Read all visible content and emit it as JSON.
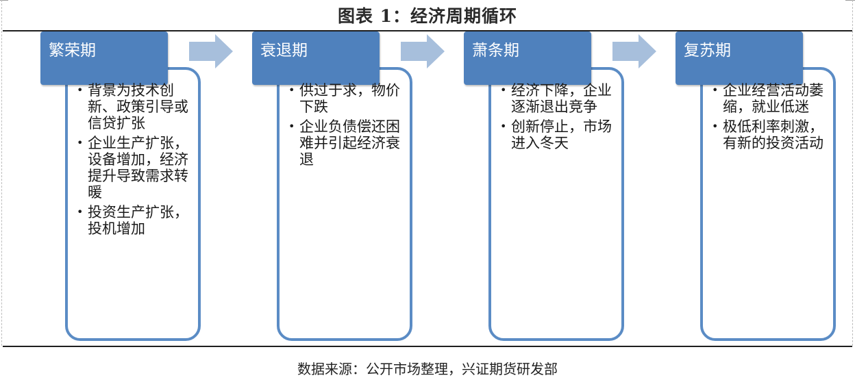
{
  "title": "图表 1：经济周期循环",
  "phases": [
    {
      "label": "繁荣期",
      "bullets": [
        "背景为技术创新、政策引导或信贷扩张",
        "企业生产扩张，设备增加，经济提升导致需求转暖",
        "投资生产扩张，投机增加"
      ]
    },
    {
      "label": "衰退期",
      "bullets": [
        "供过于求，物价下跌",
        "企业负债偿还困难并引起经济衰退"
      ]
    },
    {
      "label": "萧条期",
      "bullets": [
        "经济下降，企业逐渐退出竞争",
        "创新停止，市场进入冬天"
      ]
    },
    {
      "label": "复苏期",
      "bullets": [
        "企业经营活动萎缩，就业低迷",
        "极低利率刺激，有新的投资活动"
      ]
    }
  ],
  "bullet_symbol": "•",
  "source": "数据来源：公开市场整理，兴证期货研发部",
  "colors": {
    "header_fill": "#4f81bd",
    "box_border": "#5b8cc5",
    "arrow_fill": "#a7bfdc"
  }
}
